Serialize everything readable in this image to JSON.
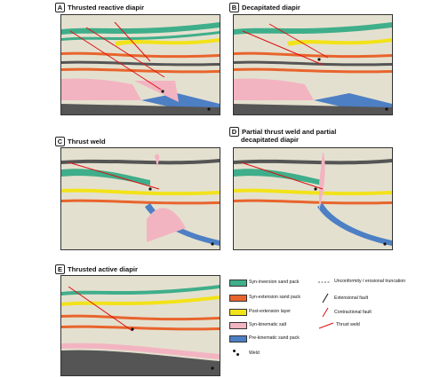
{
  "panels": [
    {
      "letter": "A",
      "title": "Thrusted reactive diapir"
    },
    {
      "letter": "B",
      "title": "Decapitated diapir"
    },
    {
      "letter": "C",
      "title": "Thrust weld"
    },
    {
      "letter": "D",
      "title": "Partial thrust weld and partial",
      "title2": "decapitated diapir"
    },
    {
      "letter": "E",
      "title": "Thrusted active diapir"
    }
  ],
  "legend": {
    "units": [
      {
        "label": "Syn-inversion sand pack",
        "color": "#3fae8a"
      },
      {
        "label": "Syn-extension sand pack",
        "color": "#e8642c"
      },
      {
        "label": "Post-extension layer",
        "color": "#f2e21a"
      },
      {
        "label": "Syn-kinematic salt",
        "color": "#f3b4c2"
      },
      {
        "label": "Pre-kinematic sand pack",
        "color": "#4d7fc4"
      }
    ],
    "weld_label": "Weld",
    "symbols": [
      {
        "label": "Unconformity / erosional truncation",
        "icon": "dashed-line-icon"
      },
      {
        "label": "Extensional fault",
        "icon": "extensional-fault-icon"
      },
      {
        "label": "Contractional fault",
        "icon": "contractional-fault-icon"
      },
      {
        "label": "Thrust weld",
        "icon": "thrust-weld-icon"
      }
    ]
  }
}
